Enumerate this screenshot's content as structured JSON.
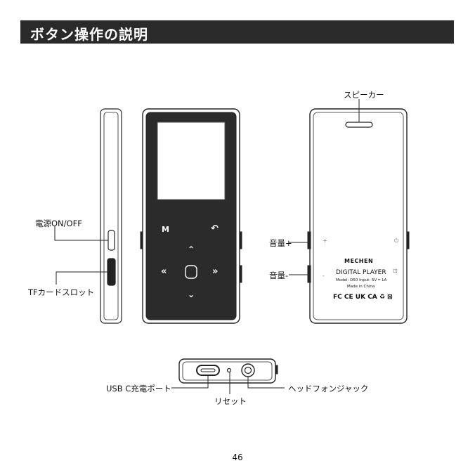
{
  "header": {
    "title": "ボタン操作の説明"
  },
  "callouts": {
    "speaker": "スピーカー",
    "power": "電源ON/OFF",
    "tf_slot": "TFカードスロット",
    "volume_up": "音量+",
    "volume_down": "音量-",
    "usb": "USB C充電ポート",
    "reset": "リセット",
    "headphone": "ヘッドフォンジャック"
  },
  "front_buttons": {
    "menu": "M",
    "back": "↶",
    "up": "⌃",
    "prev": "«",
    "next": "»",
    "down": "⌄"
  },
  "back_label": {
    "brand": "MECHEN",
    "product": "DIGITAL  PLAYER",
    "model": "Model: D50   Input: 5V ═ 1A",
    "origin": "Made in China",
    "certifications": "FC  CE  UK CA  ♻  ⊠"
  },
  "page": {
    "number": "46"
  },
  "colors": {
    "header_bg": "#2a2a2a",
    "header_text": "#ffffff",
    "line": "#222222"
  }
}
